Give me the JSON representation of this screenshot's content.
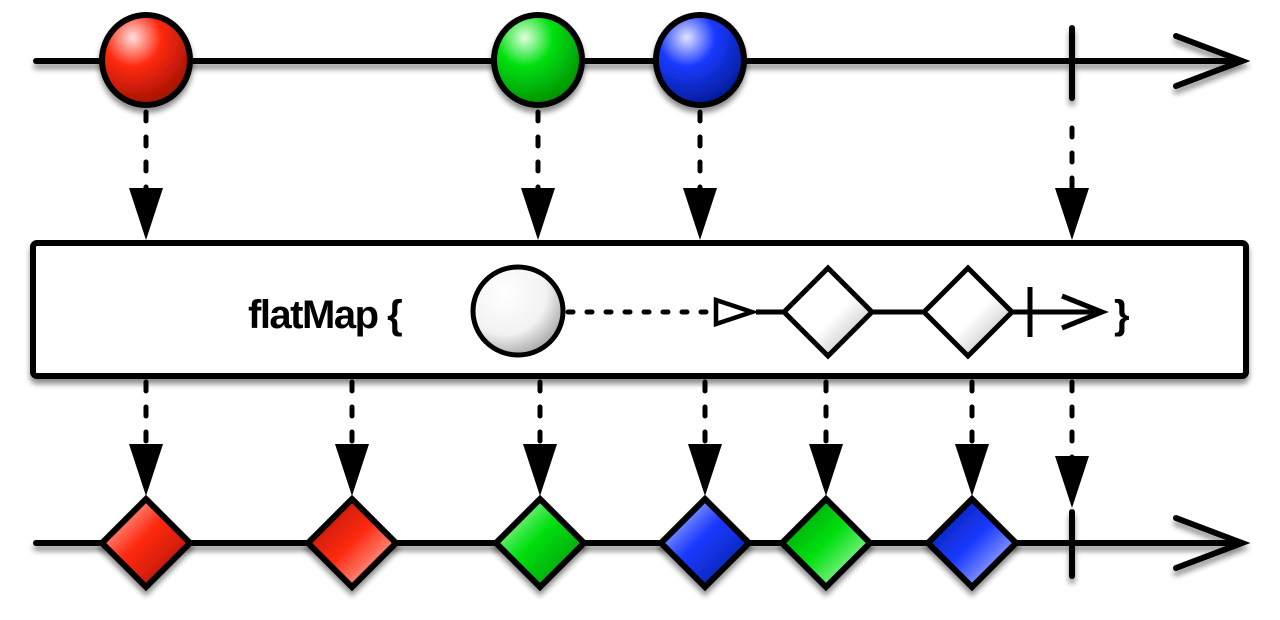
{
  "diagram": {
    "type": "marble-diagram",
    "operator": {
      "name": "flatMap",
      "label": "flatMap {",
      "closing_brace": "}",
      "inner_sequence": [
        {
          "kind": "source-marble",
          "shape": "circle",
          "color": "white"
        },
        {
          "kind": "emit-item",
          "shape": "diamond",
          "color": "white"
        },
        {
          "kind": "emit-item",
          "shape": "diamond",
          "color": "white"
        },
        {
          "kind": "completion",
          "shape": "bar"
        }
      ]
    },
    "source_timeline": {
      "items": [
        {
          "shape": "circle",
          "color_name": "red"
        },
        {
          "shape": "circle",
          "color_name": "green"
        },
        {
          "shape": "circle",
          "color_name": "blue"
        }
      ],
      "completes": true
    },
    "output_timeline": {
      "items": [
        {
          "shape": "diamond",
          "color_name": "red"
        },
        {
          "shape": "diamond",
          "color_name": "red"
        },
        {
          "shape": "diamond",
          "color_name": "green"
        },
        {
          "shape": "diamond",
          "color_name": "blue"
        },
        {
          "shape": "diamond",
          "color_name": "green"
        },
        {
          "shape": "diamond",
          "color_name": "blue"
        }
      ],
      "completes": true
    },
    "colors": {
      "red": "#ff2200",
      "green": "#00dd00",
      "blue": "#1133ee",
      "white": "#ffffff",
      "stroke": "#000000"
    }
  }
}
